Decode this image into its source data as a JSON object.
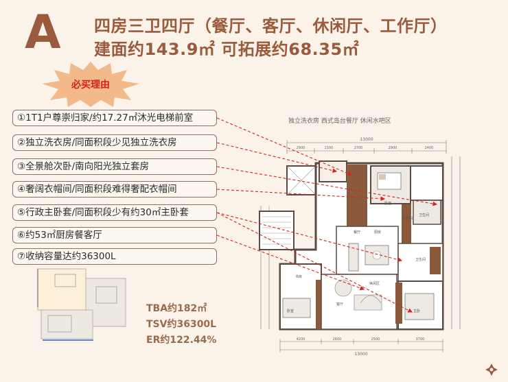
{
  "header": {
    "type_letter": "A",
    "title_line1": "四房三卫四厅（餐厅、客厅、休闲厅、工作厅）",
    "title_line2": "建面约143.9㎡  可拓展约68.35㎡"
  },
  "badge": {
    "label": "必买理由"
  },
  "reasons": [
    "①1T1户尊崇归家/约17.27㎡沐光电梯前室",
    "②独立洗衣房/同面积段少见独立洗衣房",
    "③全景舱次卧/南向阳光独立套房",
    "④奢阔衣帽间/同面积段难得奢配衣帽间",
    "⑤行政主卧套/同面积段少有约30㎡主卧套",
    "⑥约53㎡厨房餐客厅",
    "⑦收纳容量达约36300L"
  ],
  "stats": {
    "tba": "TBA约182㎡",
    "tsv": "TSV约36300L",
    "er": "ER约122.44%"
  },
  "plan": {
    "caption": "独立洗衣房  西式岛台餐厅  休闲水吧区",
    "dim_top_total": "13000",
    "dim_bottom_total": "13000",
    "dim_top_parts": [
      "2900",
      "2100",
      "2700",
      "2900",
      "2400"
    ],
    "dim_bottom_parts": [
      "4200",
      "2600",
      "2500",
      "3700"
    ],
    "room_labels": [
      "书房",
      "卧室",
      "餐厅",
      "客厅",
      "主卧",
      "卫生间",
      "厨房",
      "衣帽间",
      "休闲区",
      "卧室",
      "卫生间"
    ]
  },
  "colors": {
    "background": "#fbf3ea",
    "brand": "#9a5a3c",
    "accent_red": "#d4231a",
    "wall": "#5a4a42",
    "wood": "#8b5a3c"
  }
}
